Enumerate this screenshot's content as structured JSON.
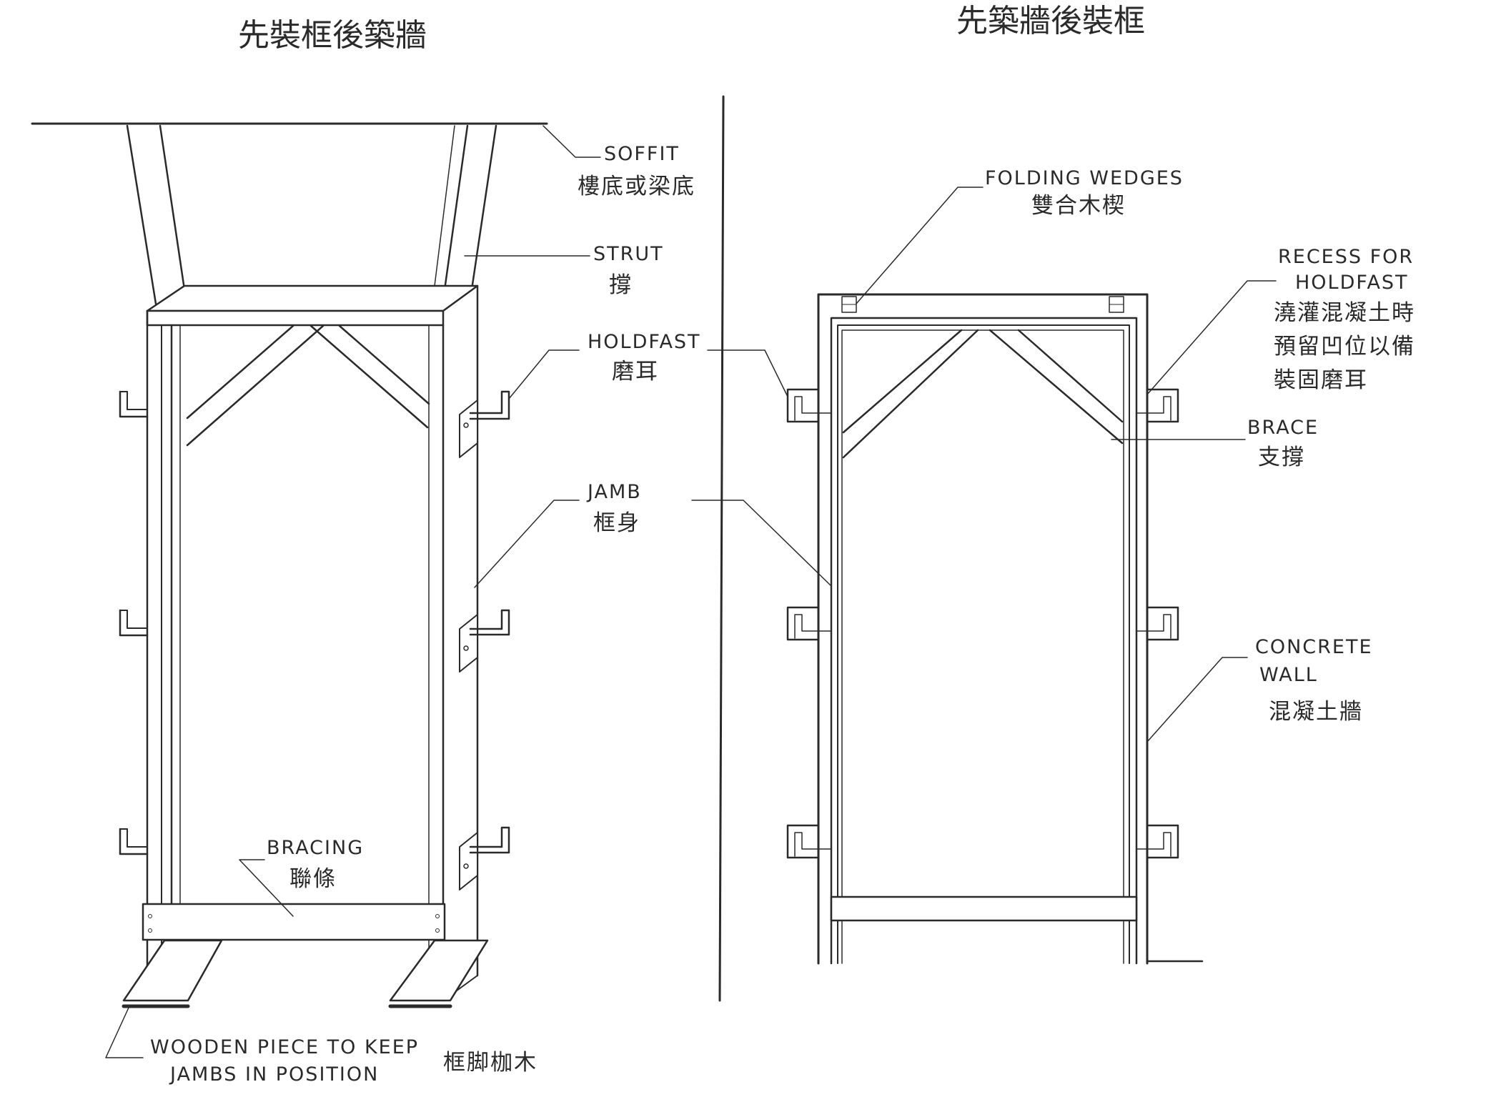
{
  "titles": {
    "left": "先裝框後築牆",
    "right": "先築牆後裝框"
  },
  "labels": {
    "soffit_en": "SOFFIT",
    "soffit_zh": "樓底或梁底",
    "strut_en": "STRUT",
    "strut_zh": "撐",
    "holdfast_en": "HOLDFAST",
    "holdfast_zh": "磨耳",
    "jamb_en": "JAMB",
    "jamb_zh": "框身",
    "bracing_en": "BRACING",
    "bracing_zh": "聯條",
    "wooden_en_1": "WOODEN PIECE TO KEEP",
    "wooden_en_2": "JAMBS IN POSITION",
    "wooden_zh": "框脚枷木",
    "folding_en": "FOLDING WEDGES",
    "folding_zh": "雙合木楔",
    "recess_en_1": "RECESS FOR",
    "recess_en_2": "HOLDFAST",
    "recess_zh_1": "澆灌混凝土時",
    "recess_zh_2": "預留凹位以備",
    "recess_zh_3": "裝固磨耳",
    "brace_en": "BRACE",
    "brace_zh": "支撐",
    "concrete_en_1": "CONCRETE",
    "concrete_en_2": "WALL",
    "concrete_zh": "混凝土牆"
  }
}
